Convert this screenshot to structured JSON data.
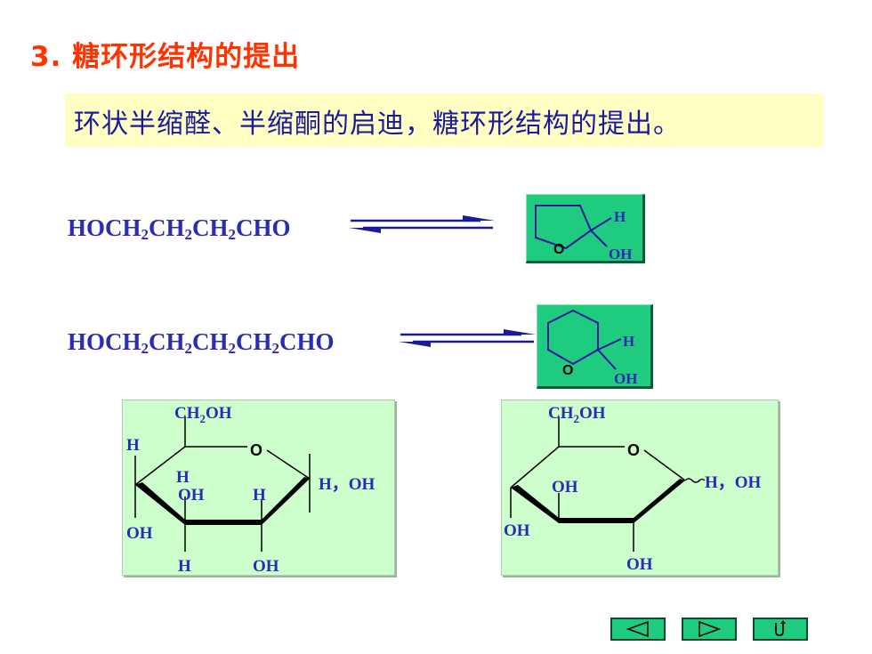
{
  "slide": {
    "title": "3. 糖环形结构的提出",
    "subtitle": "环状半缩醛、半缩酮的启迪，糖环形结构的提出。"
  },
  "reaction1": {
    "formula_parts": [
      "HOCH",
      "2",
      "CH",
      "2",
      "CH",
      "2",
      "CHO"
    ],
    "product_labels": {
      "h": "H",
      "oh": "OH",
      "o": "O"
    }
  },
  "reaction2": {
    "formula_parts": [
      "HOCH",
      "2",
      "CH",
      "2",
      "CH",
      "2",
      "CH",
      "2",
      "CHO"
    ],
    "product_labels": {
      "h": "H",
      "oh": "OH",
      "o": "O"
    }
  },
  "haworth": {
    "left": {
      "ch2oh": "CH",
      "ch2oh_sub": "2",
      "ch2oh_tail": "OH",
      "ring_o": "O",
      "c4_h": "H",
      "c4_oh": "OH",
      "c3_h": "H",
      "c3_oh": "OH",
      "c2_h": "H",
      "c2_oh": "OH",
      "c5_h": "H",
      "anomeric": "H，OH"
    },
    "right": {
      "ch2oh": "CH",
      "ch2oh_sub": "2",
      "ch2oh_tail": "OH",
      "ring_o": "O",
      "c4_oh": "OH",
      "c3_oh": "OH",
      "c2_oh": "OH",
      "anomeric": "H，OH"
    }
  },
  "nav": {
    "prev_icon": "triangle-left-icon",
    "next_icon": "triangle-right-icon",
    "return_icon": "return-arrow-icon"
  },
  "colors": {
    "title": "#ff3300",
    "text_blue": "#2b2bb4",
    "highlight_bg": "#ffffc4",
    "ring_bg": "#1fcc7f",
    "panel_bg": "#ccffcc"
  }
}
